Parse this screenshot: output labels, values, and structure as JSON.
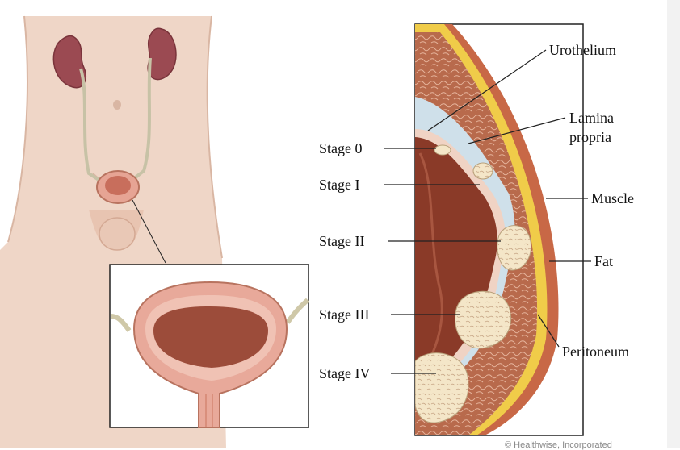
{
  "labels": {
    "urothelium": "Urothelium",
    "lamina_propria_line1": "Lamina",
    "lamina_propria_line2": "propria",
    "muscle": "Muscle",
    "fat": "Fat",
    "peritoneum": "Peritoneum",
    "stage_0": "Stage 0",
    "stage_1": "Stage I",
    "stage_2": "Stage II",
    "stage_3": "Stage III",
    "stage_4": "Stage IV"
  },
  "copyright": "© Healthwise, Incorporated",
  "colors": {
    "skin": "#efd6c7",
    "skin_shadow": "#ddb8a4",
    "kidney": "#9b4a52",
    "bladder_inner": "#9c4c3a",
    "bladder_wall": "#e8a99a",
    "muscle_layer": "#b56548",
    "fat_layer": "#f2d24a",
    "tumor": "#f4e6c8",
    "lumen": "#8a3a28",
    "urothelium_blue": "#cfe0ea"
  }
}
